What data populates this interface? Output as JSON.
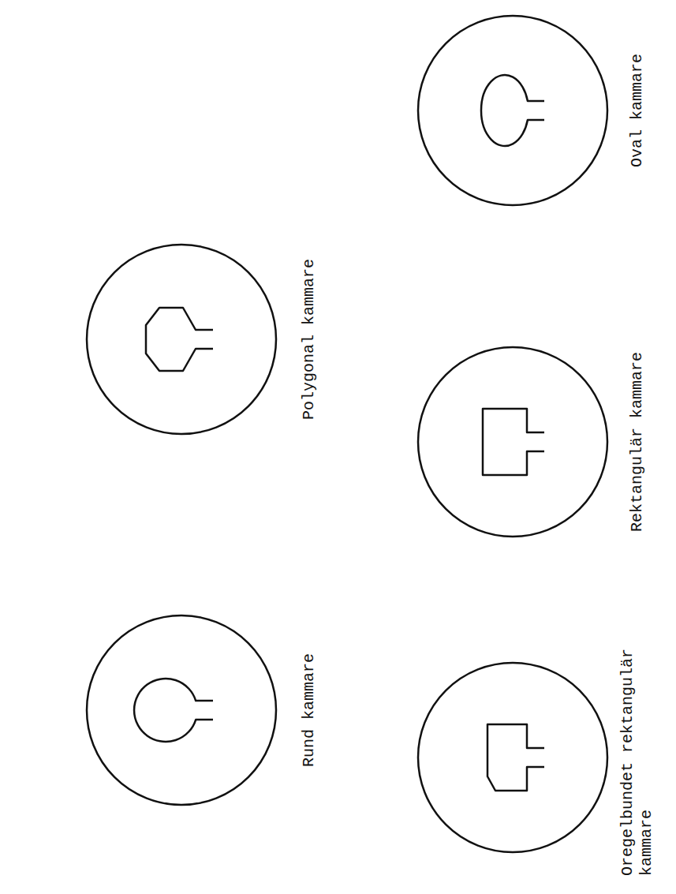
{
  "diagram": {
    "labels": [
      "Rund kammare",
      "Polygonal kammare",
      "Oval kammare",
      "Oregelbundet rektangulär kammare",
      "Rektangulär kammare"
    ]
  }
}
